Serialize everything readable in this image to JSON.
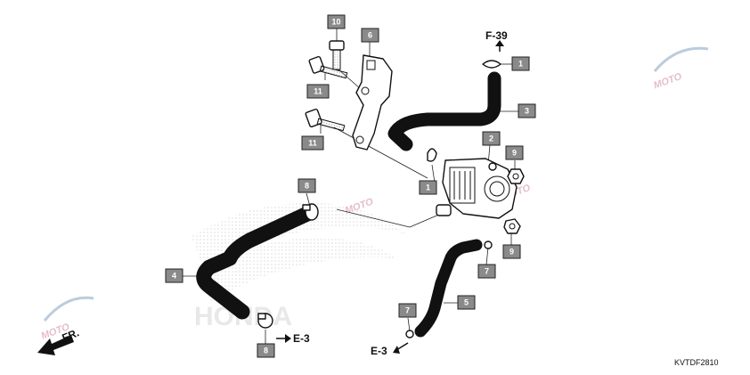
{
  "diagram": {
    "drawing_code": "KVTDF2810",
    "references": {
      "top": "F-39",
      "left": "E-3",
      "bottom": "E-3"
    },
    "direction_label": "FR.",
    "callouts": {
      "c10": "10",
      "c6": "6",
      "c1a": "1",
      "c11a": "11",
      "c3": "3",
      "c11b": "11",
      "c2": "2",
      "c9a": "9",
      "c1b": "1",
      "c8a": "8",
      "c9b": "9",
      "c7a": "7",
      "c4": "4",
      "c5": "5",
      "c7b": "7",
      "c8b": "8"
    },
    "watermark_brand": "MOTO",
    "background_brand": "HONDA",
    "colors": {
      "callout_fill": "#8a8a8a",
      "line": "#111111",
      "watermark": "#d9a3b0"
    }
  }
}
